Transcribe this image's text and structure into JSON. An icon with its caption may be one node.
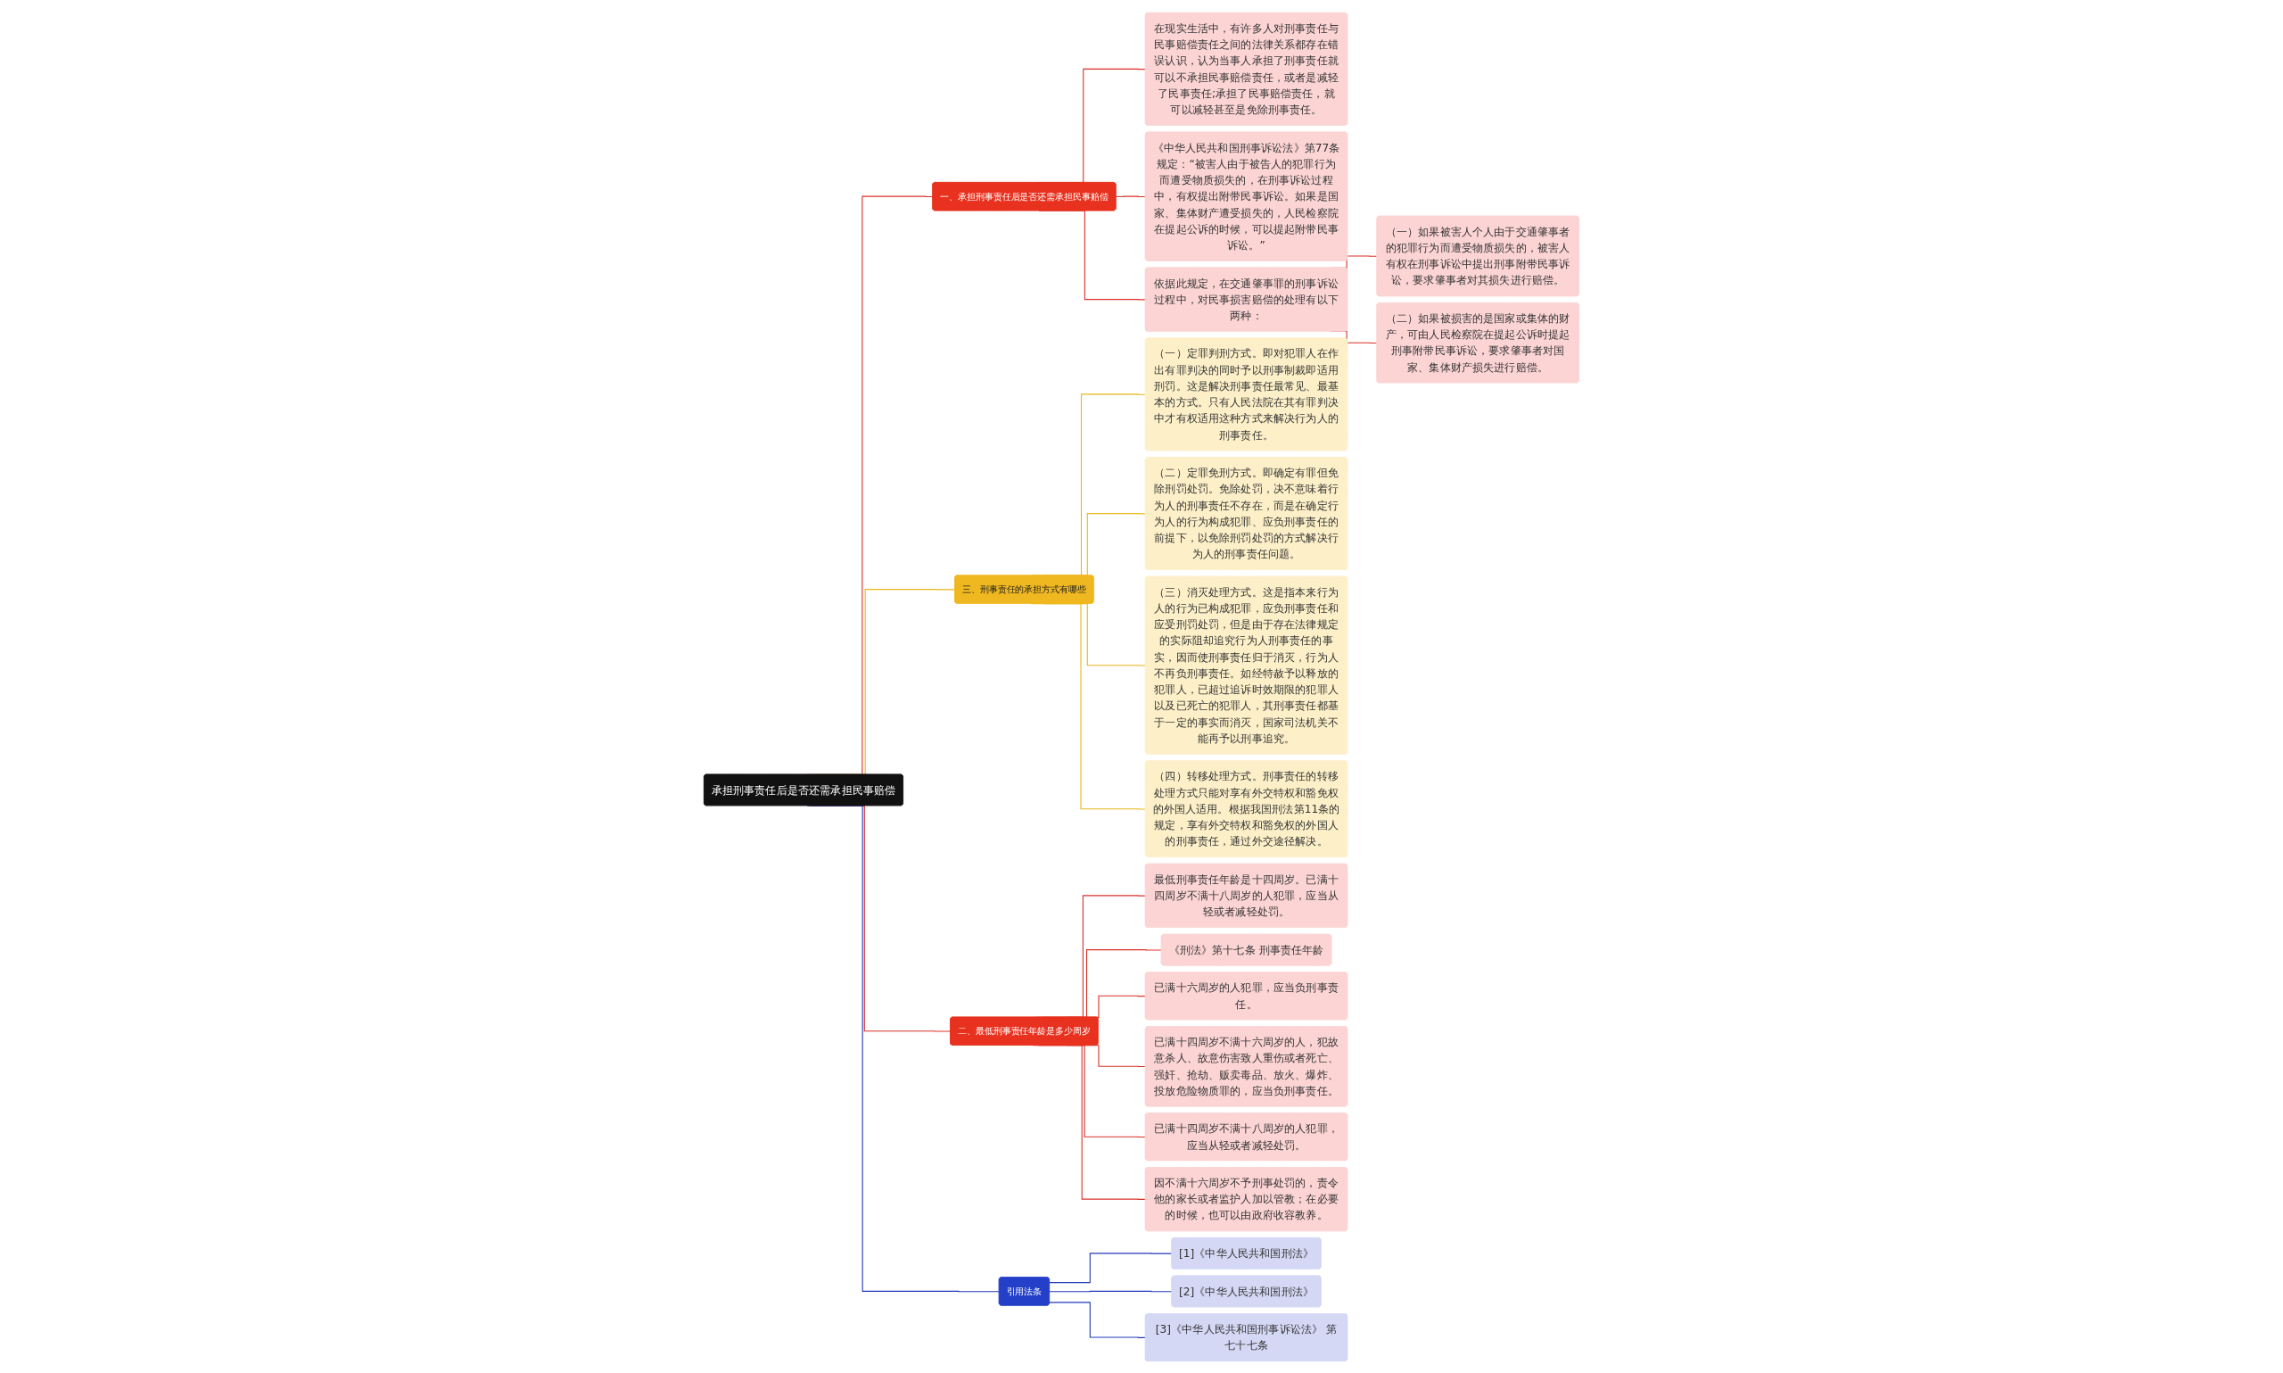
{
  "diagram": {
    "nodes": [
      {
        "text": [
          "承担刑事责任后是否还需承担民事赔偿"
        ]
      },
      {
        "text": [
          "一、承担刑事责任后是否还需承担民事赔偿"
        ]
      },
      {
        "text": [
          "在现实生活中，有许多人对刑事责任与民事赔偿责任之间的法律关系都存在错误认识，认为当事人承担了刑事责任就可以不承担民事赔偿责任，或者是减轻了民事责任;承担了民事赔偿责任，就可以减轻甚至是免除刑事责任。"
        ]
      },
      {
        "text": [
          "《中华人民共和国刑事诉讼法》第77条规定：“被害人由于被告人的犯罪行为而遭受物质损失的，在刑事诉讼过程中，有权提出附带民事诉讼。如果是国家、集体财产遭受损失的，人民检察院在提起公诉的时候，可以提起附带民事诉讼。”"
        ]
      },
      {
        "text": [
          "依据此规定，在交通肇事罪的刑事诉讼过程中，对民事损害赔偿的处理有以下两种："
        ]
      },
      {
        "text": [
          "（一）如果被害人个人由于交通肇事者的犯罪行为而遭受物质损失的，被害人有权在刑事诉讼中提出刑事附带民事诉讼，要求肇事者对其损失进行赔偿。"
        ]
      },
      {
        "text": [
          "（二）如果被损害的是国家或集体的财产，可由人民检察院在提起公诉时提起刑事附带民事诉讼，要求肇事者对国家、集体财产损失进行赔偿。"
        ]
      },
      {
        "text": [
          "三、刑事责任的承担方式有哪些"
        ]
      },
      {
        "text": [
          "（一）定罪判刑方式。即对犯罪人在作出有罪判决的同时予以刑事制裁即适用刑罚。这是解决刑事责任最常见、最基本的方式。只有人民法院在其有罪判决中才有权适用这种方式来解决行为人的刑事责任。"
        ]
      },
      {
        "text": [
          "（二）定罪免刑方式。即确定有罪但免除刑罚处罚。免除处罚，决不意味着行为人的刑事责任不存在，而是在确定行为人的行为构成犯罪、应负刑事责任的前提下，以免除刑罚处罚的方式解决行为人的刑事责任问题。"
        ]
      },
      {
        "text": [
          "（三）消灭处理方式。这是指本来行为人的行为已构成犯罪，应负刑事责任和应受刑罚处罚，但是由于存在法律规定的实际阻却追究行为人刑事责任的事实，因而使刑事责任归于消灭，行为人不再负刑事责任。如经特赦予以释放的犯罪人，已超过追诉时效期限的犯罪人以及已死亡的犯罪人，其刑事责任都基于一定的事实而消灭，国家司法机关不能再予以刑事追究。"
        ]
      },
      {
        "text": [
          "（四）转移处理方式。刑事责任的转移处理方式只能对享有外交特权和豁免权的外国人适用。根据我国刑法第11条的规定，享有外交特权和豁免权的外国人的刑事责任，通过外交途径解决。"
        ]
      },
      {
        "text": [
          "二、最低刑事责任年龄是多少周岁"
        ]
      },
      {
        "text": [
          "最低刑事责任年龄是十四周岁。已满十四周岁不满十八周岁的人犯罪，应当从轻或者减轻处罚。"
        ]
      },
      {
        "text": [
          "《刑法》第十七条 刑事责任年龄"
        ]
      },
      {
        "text": [
          "已满十六周岁的人犯罪，应当负刑事责任。"
        ]
      },
      {
        "text": [
          "已满十四周岁不满十六周岁的人，犯故意杀人、故意伤害致人重伤或者死亡、强奸、抢劫、贩卖毒品、放火、爆炸、投放危险物质罪的，应当负刑事责任。"
        ]
      },
      {
        "text": [
          "已满十四周岁不满十八周岁的人犯罪，应当从轻或者减轻处罚。"
        ]
      },
      {
        "text": [
          "因不满十六周岁不予刑事处罚的，责令他的家长或者监护人加以管教；在必要的时候，也可以由政府收容教养。"
        ]
      },
      {
        "text": [
          "引用法条"
        ]
      },
      {
        "text": [
          "[1]《中华人民共和国刑法》"
        ]
      },
      {
        "text": [
          "[2]《中华人民共和国刑法》"
        ]
      },
      {
        "text": [
          "[3]《中华人民共和国刑事诉讼法》 第七十七条"
        ]
      }
    ],
    "edges": [
      {
        "from": 0,
        "to": 1,
        "arrow": "none"
      },
      {
        "from": 1,
        "to": 2,
        "arrow": "none"
      },
      {
        "from": 1,
        "to": 3,
        "arrow": "none"
      },
      {
        "from": 1,
        "to": 4,
        "arrow": "none"
      },
      {
        "from": 4,
        "to": 5,
        "arrow": "none"
      },
      {
        "from": 4,
        "to": 6,
        "arrow": "none"
      },
      {
        "from": 0,
        "to": 7,
        "arrow": "none",
        "color": "#e8b71a"
      },
      {
        "from": 7,
        "to": 8,
        "arrow": "none",
        "color": "#e8b71a"
      },
      {
        "from": 7,
        "to": 9,
        "arrow": "none",
        "color": "#e8b71a"
      },
      {
        "from": 7,
        "to": 10,
        "arrow": "none",
        "color": "#e8b71a"
      },
      {
        "from": 7,
        "to": 11,
        "arrow": "none",
        "color": "#e8b71a"
      },
      {
        "from": 0,
        "to": 12,
        "arrow": "none"
      },
      {
        "from": 12,
        "to": 13,
        "arrow": "none"
      },
      {
        "from": 12,
        "to": 14,
        "arrow": "none"
      },
      {
        "from": 12,
        "to": 15,
        "arrow": "none"
      },
      {
        "from": 12,
        "to": 16,
        "arrow": "none"
      },
      {
        "from": 12,
        "to": 17,
        "arrow": "none"
      },
      {
        "from": 12,
        "to": 18,
        "arrow": "none"
      },
      {
        "from": 0,
        "to": 19,
        "arrow": "none",
        "color": "#2238b8"
      },
      {
        "from": 19,
        "to": 20,
        "arrow": "none",
        "color": "#2238b8"
      },
      {
        "from": 19,
        "to": 21,
        "arrow": "none",
        "color": "#2238b8"
      },
      {
        "from": 19,
        "to": 22,
        "arrow": "none",
        "color": "#2238b8"
      }
    ]
  }
}
